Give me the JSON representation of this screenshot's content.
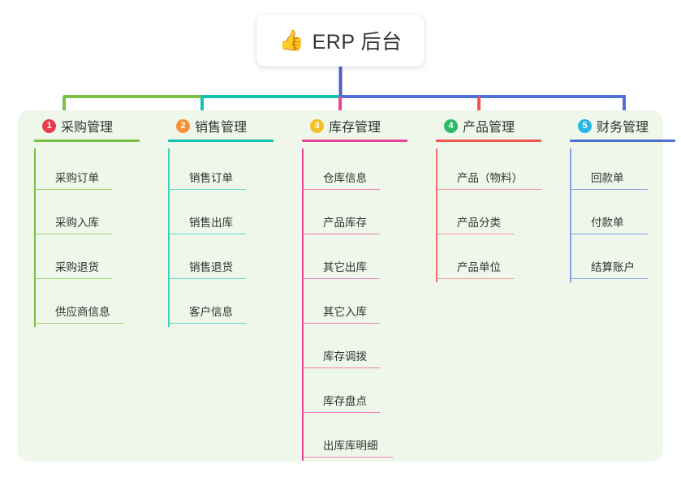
{
  "title": {
    "icon": "thumbs-up-emoji",
    "emoji": "👍",
    "text": "ERP 后台"
  },
  "colors": {
    "canvas_bg": "#eef7e9",
    "card_bg": "#ffffff",
    "root_connector": "#4f5ec4",
    "column_colors": [
      "#7ac143",
      "#12c2b0",
      "#e8449a",
      "#f2544f",
      "#4f6fd8"
    ],
    "badge_colors": [
      "#e8394a",
      "#f59133",
      "#f5bf2a",
      "#2cb96a",
      "#29b7e8"
    ]
  },
  "columns": [
    {
      "index": 1,
      "badge": "1",
      "title": "采购管理",
      "color": "#7ac143",
      "badge_color": "#e8394a",
      "items": [
        "采购订单",
        "采购入库",
        "采购退货",
        "供应商信息"
      ]
    },
    {
      "index": 2,
      "badge": "2",
      "title": "销售管理",
      "color": "#12c2b0",
      "badge_color": "#f59133",
      "items": [
        "销售订单",
        "销售出库",
        "销售退货",
        "客户信息"
      ]
    },
    {
      "index": 3,
      "badge": "3",
      "title": "库存管理",
      "color": "#e8449a",
      "badge_color": "#f5bf2a",
      "items": [
        "仓库信息",
        "产品库存",
        "其它出库",
        "其它入库",
        "库存调拨",
        "库存盘点",
        "出库库明细"
      ]
    },
    {
      "index": 4,
      "badge": "4",
      "title": "产品管理",
      "color": "#f2544f",
      "badge_color": "#2cb96a",
      "items": [
        "产品（物料）",
        "产品分类",
        "产品单位"
      ]
    },
    {
      "index": 5,
      "badge": "5",
      "title": "财务管理",
      "color": "#4f6fd8",
      "badge_color": "#29b7e8",
      "items": [
        "回款单",
        "付款单",
        "结算账户"
      ]
    }
  ]
}
